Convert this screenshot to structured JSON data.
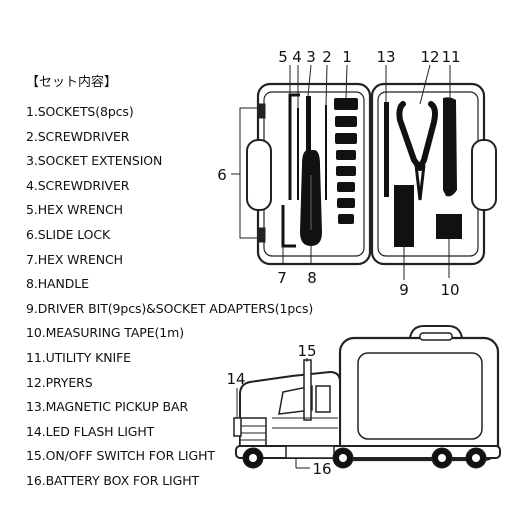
{
  "list": {
    "title": "【セット内容】",
    "items": [
      "1.SOCKETS(8pcs)",
      "2.SCREWDRIVER",
      "3.SOCKET EXTENSION",
      "4.SCREWDRIVER",
      "5.HEX WRENCH",
      "6.SLIDE LOCK",
      "7.HEX WRENCH",
      "8.HANDLE",
      "9.DRIVER BIT(9pcs)&SOCKET ADAPTERS(1pcs)",
      "10.MEASURING TAPE(1m)",
      "11.UTILITY KNIFE",
      "12.PRYERS",
      "13.MAGNETIC PICKUP BAR",
      "14.LED FLASH LIGHT",
      "15.ON/OFF SWITCH FOR LIGHT",
      "16.BATTERY BOX FOR LIGHT"
    ]
  },
  "callouts": {
    "n1": "1",
    "n2": "2",
    "n3": "3",
    "n4": "4",
    "n5": "5",
    "n6": "6",
    "n7": "7",
    "n8": "8",
    "n9": "9",
    "n10": "10",
    "n11": "11",
    "n12": "12",
    "n13": "13",
    "n14": "14",
    "n15": "15",
    "n16": "16"
  }
}
